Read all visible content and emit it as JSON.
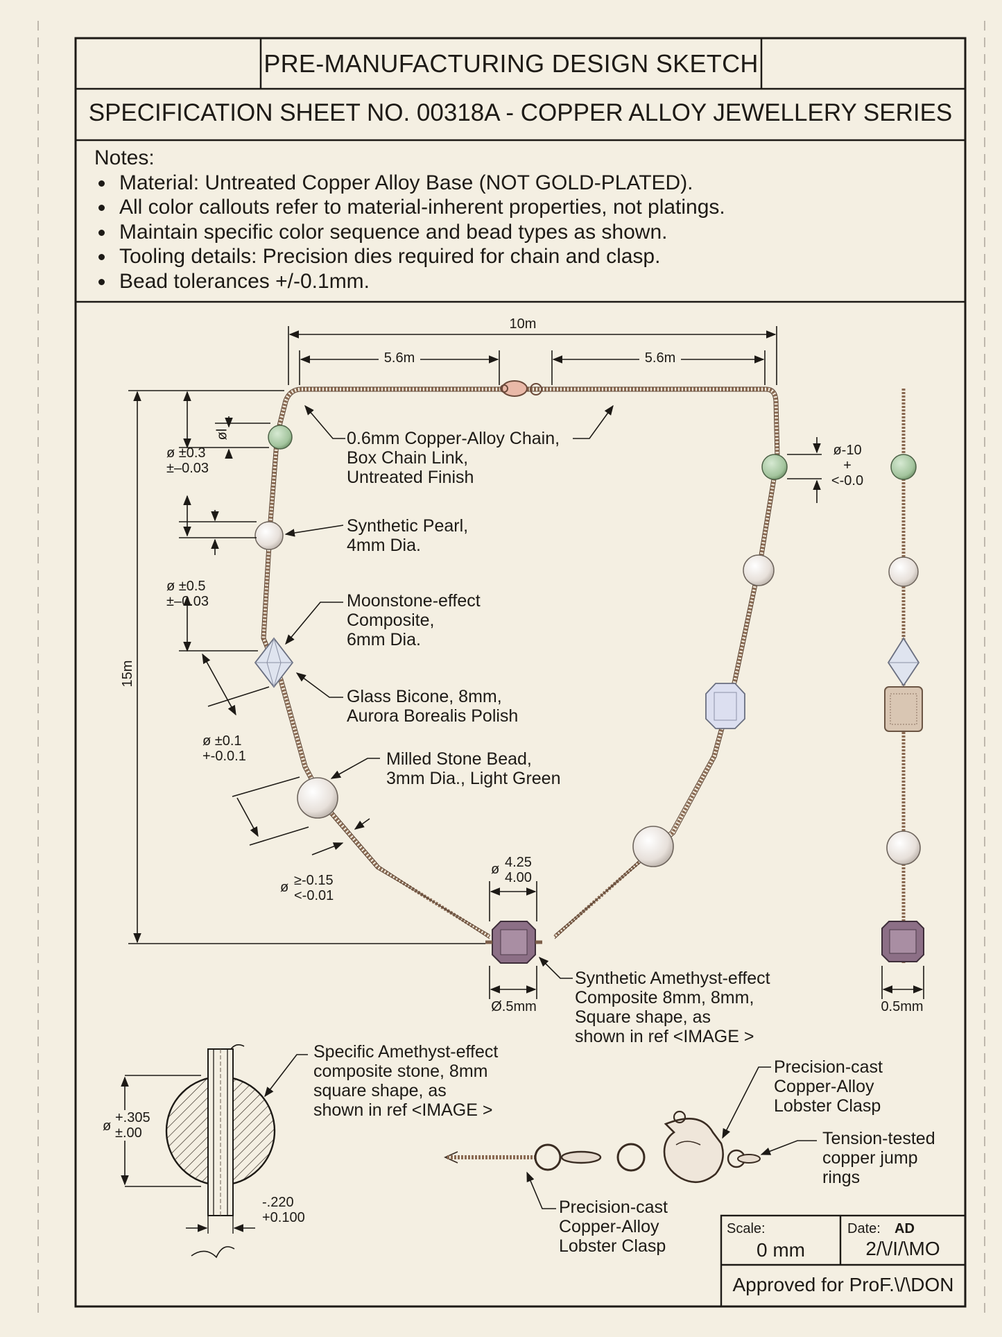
{
  "header": {
    "title": "PRE-MANUFACTURING DESIGN SKETCH",
    "subtitle": "SPECIFICATION SHEET NO. 00318A - COPPER ALLOY JEWELLERY SERIES"
  },
  "notes": {
    "heading": "Notes:",
    "items": [
      "Material: Untreated Copper Alloy Base (NOT GOLD-PLATED).",
      "All color callouts refer to material-inherent properties, not platings.",
      "Maintain specific color sequence and bead types as shown.",
      "Tooling details: Precision dies required for chain and clasp.",
      "Bead tolerances +/-0.1mm."
    ]
  },
  "dimensions": {
    "total_width": "10m",
    "half_left": "5.6m",
    "half_right": "5.6m",
    "height": "15m",
    "tol_top_left": "ø ±0.3\n±–0.03",
    "tol_mid_left": "ø ±0.5\n±–0.03",
    "tol_low_left": "ø ±0.1\n+-0.0.1",
    "tol_bottom_left": "≥-0.15\n<-0.01",
    "tol_bottom_left_sym": "ø",
    "tol_right": "ø-10\n+\n<-0.0",
    "small_dia": "øl",
    "center_top": "4.25\n4.00",
    "center_top_sym": "ø",
    "center_bottom": "Ø.5mm",
    "side_bottom": "0.5mm",
    "section_dia": "+.305\n±.00",
    "section_dia_sym": "ø",
    "section_width": "-.220\n+0.100"
  },
  "callouts": {
    "chain": "0.6mm Copper-Alloy Chain,\nBox Chain Link,\nUntreated Finish",
    "pearl": "Synthetic Pearl,\n4mm Dia.",
    "moonstone": "Moonstone-effect\nComposite,\n6mm Dia.",
    "bicone": "Glass Bicone, 8mm,\nAurora Borealis Polish",
    "milled": "Milled Stone Bead,\n3mm Dia., Light Green",
    "amethyst": "Synthetic Amethyst-effect\nComposite 8mm, 8mm,\nSquare shape, as\nshown in ref <IMAGE >",
    "section": "Specific Amethyst-effect\ncomposite stone, 8mm\nsquare shape, as\nshown in ref <IMAGE >",
    "clasp_top": "Precision-cast\nCopper-Alloy\nLobster Clasp",
    "jump_rings": "Tension-tested\ncopper jump\nrings",
    "clasp_bottom": "Precision-cast\nCopper-Alloy\nLobster Clasp"
  },
  "title_block": {
    "scale_label": "Scale:",
    "scale_value": "0 mm",
    "date_label": "Date:",
    "date_mark": "AD",
    "date_value": "2/\\/I/\\MO",
    "approved": "Approved for ProF.\\/\\DON"
  },
  "colors": {
    "paper": "#f4efe2",
    "ink": "#1d1a16",
    "chain": "#8a6a52",
    "green_bead": "#a9c9a4",
    "pearl": "#ece6e0",
    "amethyst": "#8c6f86",
    "crystal": "#d8dde8"
  }
}
